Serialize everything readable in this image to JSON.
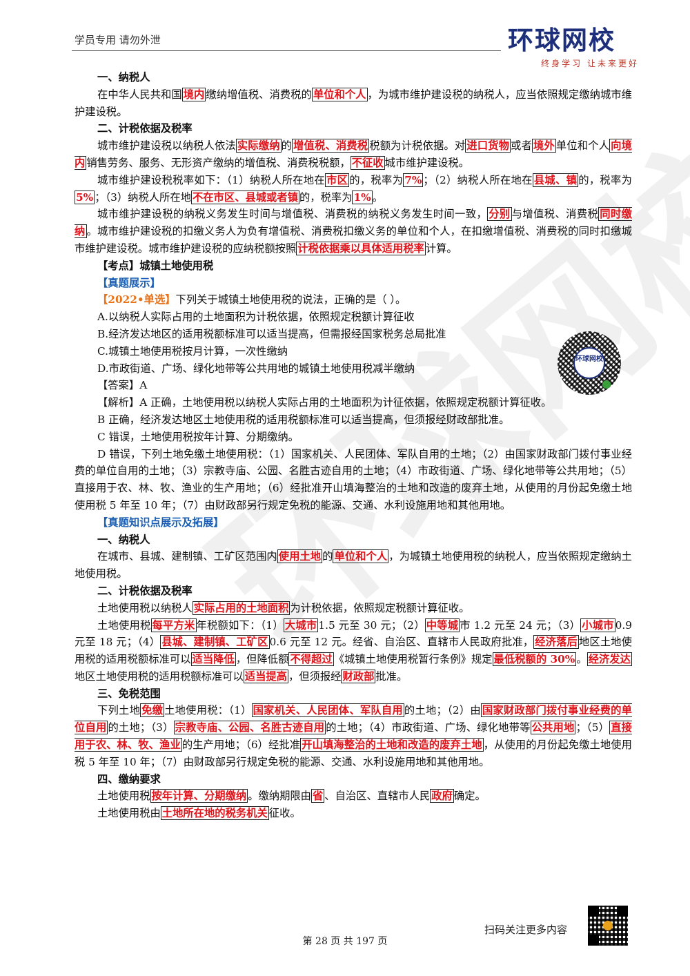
{
  "header": {
    "note": "学员专用 请勿外泄",
    "logo_name": "环球网校",
    "logo_slogan": "终身学习 让未来更好"
  },
  "watermark": "环球网校",
  "s1": {
    "h1": "一、纳税人",
    "p1": [
      "在中华人民共和国",
      "境内",
      "缴纳增值税、消费税的",
      "单位和个人",
      "，为城市维护建设税的纳税人，应当依照规定缴纳城市维护建设税。"
    ],
    "h2": "二、计税依据及税率",
    "p2": [
      "城市维护建设税以纳税人依法",
      "实际缴纳",
      "的",
      "增值税、消费税",
      "税额为计税依据。对",
      "进口货物",
      "或者",
      "境外",
      "单位和个人",
      "向境内",
      "销售劳务、服务、无形资产缴纳的增值税、消费税税额，",
      "不征收",
      "城市维护建设税。"
    ],
    "p3": [
      "城市维护建设税税率如下：（1）纳税人所在地在",
      "市区",
      "的，税率为",
      "7%",
      "；（2）纳税人所在地在",
      "县城、镇",
      "的，税率为",
      "5%",
      "；（3）纳税人所在地",
      "不在市区、县城或者镇",
      "的，税率为",
      "1%",
      "。"
    ],
    "p4": [
      "城市维护建设税的纳税义务发生时间与增值税、消费税的纳税义务发生时间一致，",
      "分别",
      "与增值税、消费税",
      "同时缴纳",
      "。城市维护建设税的扣缴义务人为负有增值税、消费税扣缴义务的单位和个人，在扣缴增值税、消费税的同时扣缴城市维护建设税。城市维护建设税的应纳税额按照",
      "计税依据乘以具体适用税率",
      "计算。"
    ]
  },
  "kaodian": "【考点】城镇土地使用税",
  "zhenti_label": "【真题展示】",
  "question": {
    "tag": "【2022•单选】",
    "text": "下列关于城镇土地使用税的说法，正确的是（ ）。",
    "options": [
      "A.以纳税人实际占用的土地面积为计税依据，依照规定税额计算征收",
      "B.经济发达地区的适用税额标准可以适当提高，但需报经国家税务总局批准",
      "C.城镇土地使用税按月计算，一次性缴纳",
      "D.市政街道、广场、绿化地带等公共用地的城镇土地使用税减半缴纳"
    ],
    "answer": "【答案】A",
    "analysis": [
      "【解析】A 正确，土地使用税以纳税人实际占用的土地面积为计征依据，依照规定税额计算征收。",
      "B 正确，经济发达地区土地使用税的适用税额标准可以适当提高，但须报经财政部批准。",
      "C 错误，土地使用税按年计算、分期缴纳。",
      "D 错误，下列土地免缴土地使用税：（1）国家机关、人民团体、军队自用的土地；（2）由国家财政部门拨付事业经费的单位自用的土地；（3）宗教寺庙、公园、名胜古迹自用的土地；（4）市政街道、广场、绿化地带等公共用地；（5）直接用于农、林、牧、渔业的生产用地；（6）经批准开山填海整治的土地和改造的废弃土地，从使用的月份起免缴土地使用税 5 年至 10 年；（7）由财政部另行规定免税的能源、交通、水利设施用地和其他用地。"
    ]
  },
  "qr_mini_label": "环球网校",
  "zhishi_label": "【真题知识点展示及拓展】",
  "s2": {
    "h1": "一、纳税人",
    "p1": [
      "在城市、县城、建制镇、工矿区范围内",
      "使用土地",
      "的",
      "单位和个人",
      "，为城镇土地使用税的纳税人，应当依照规定缴纳土地使用税。"
    ],
    "h2": "二、计税依据及税率",
    "p2": [
      "土地使用税以纳税人",
      "实际占用的土地面积",
      "为计税依据，依照规定税额计算征收。"
    ],
    "p3": [
      "土地使用税",
      "每平方米",
      "年税额如下：（1）",
      "大城市",
      "1.5 元至 30 元；（2）",
      "中等城",
      "市 1.2 元至 24 元；（3）",
      "小城市",
      "0.9 元至 18 元；（4）",
      "县城、建制镇、工矿区",
      "0.6 元至 12 元。经省、自治区、直辖市人民政府批准，",
      "经济落后",
      "地区土地使用税的适用税额标准可以",
      "适当降低",
      "，但降低额",
      "不得超过",
      "《城镇土地使用税暂行条例》规定",
      "最低税额的 30%",
      "。",
      "经济发达",
      "地区土地使用税的适用税额标准可以",
      "适当提高",
      "，但须报经",
      "财政部",
      "批准。"
    ],
    "h3": "三、免税范围",
    "p4": [
      "下列土地",
      "免缴",
      "土地使用税：（1）",
      "国家机关、人民团体、军队自用",
      "的土地；（2）由",
      "国家财政部门拨付事业经费的单位自用",
      "的土地；（3）",
      "宗教寺庙、公园、名胜古迹自用",
      "的土地；（4）市政街道、广场、绿化地带等",
      "公共用地",
      "；（5）",
      "直接用于农、林、牧、渔业",
      "的生产用地；（6）经批准",
      "开山填海整治的土地和改造的废弃土地",
      "，从使用的月份起免缴土地使用税 5 年至 10 年；（7）由财政部另行规定免税的能源、交通、水利设施用地和其他用地。"
    ],
    "h4": "四、缴纳要求",
    "p5": [
      "土地使用税",
      "按年计算、分期缴纳",
      "。缴纳期限由",
      "省",
      "、自治区、直辖市人民",
      "政府",
      "确定。"
    ],
    "p6": [
      "土地使用税由",
      "土地所在地的税务机关",
      "征收。"
    ]
  },
  "footer": {
    "scan": "扫码关注更多内容",
    "page": "第 28 页 共 197 页"
  }
}
